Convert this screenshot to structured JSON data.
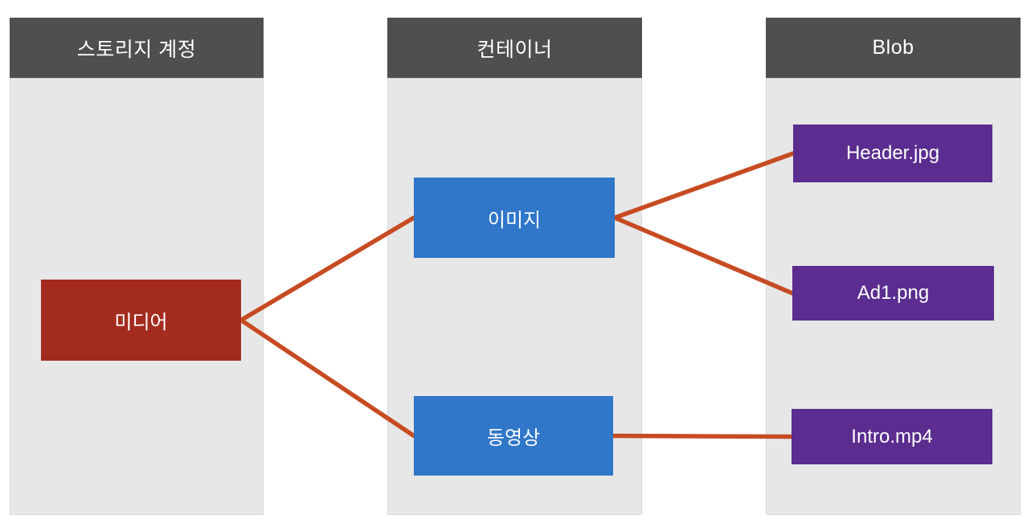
{
  "diagram": {
    "columns": [
      {
        "id": "storage-account",
        "title": "스토리지 계정"
      },
      {
        "id": "container",
        "title": "컨테이너"
      },
      {
        "id": "blob",
        "title": "Blob"
      }
    ],
    "nodes": [
      {
        "id": "media",
        "label": "미디어",
        "color": "#A42C1E",
        "column": "storage-account"
      },
      {
        "id": "images",
        "label": "이미지",
        "color": "#3076C9",
        "column": "container"
      },
      {
        "id": "video",
        "label": "동영상",
        "color": "#3076C9",
        "column": "container"
      },
      {
        "id": "header-jpg",
        "label": "Header.jpg",
        "color": "#5B2D90",
        "column": "blob"
      },
      {
        "id": "ad1-png",
        "label": "Ad1.png",
        "color": "#5B2D90",
        "column": "blob"
      },
      {
        "id": "intro-mp4",
        "label": "Intro.mp4",
        "color": "#5B2D90",
        "column": "blob"
      }
    ],
    "edges": [
      {
        "from": "media",
        "to": "images"
      },
      {
        "from": "media",
        "to": "video"
      },
      {
        "from": "images",
        "to": "header-jpg"
      },
      {
        "from": "images",
        "to": "ad1-png"
      },
      {
        "from": "video",
        "to": "intro-mp4"
      }
    ],
    "colors": {
      "column_header_bg": "#4F4F4F",
      "column_body_bg": "#E7E7E7",
      "column_border": "#D8D8D8",
      "edge": "#C74B22",
      "text": "#FFFFFF"
    }
  }
}
